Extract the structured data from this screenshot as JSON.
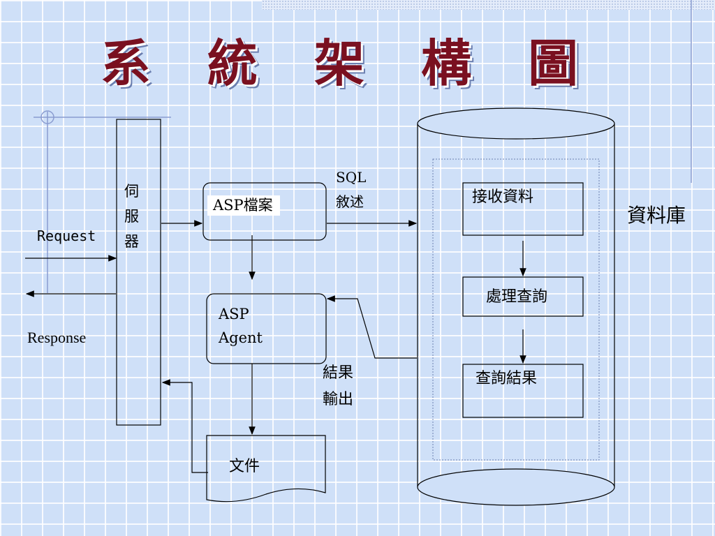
{
  "title": "系 統 架 構 圖",
  "server": {
    "label": [
      "伺",
      "服",
      "器"
    ]
  },
  "request_label": "Request",
  "response_label": "Response",
  "asp_file": "ASP檔案",
  "sql": {
    "line1": "SQL",
    "line2": "敘述"
  },
  "asp_agent": {
    "line1": "ASP",
    "line2": "Agent"
  },
  "result_output": {
    "line1": "結果",
    "line2": "輸出"
  },
  "document": "文件",
  "database": {
    "label": "資料庫",
    "steps": [
      "接收資料",
      "處理查詢",
      "查詢結果"
    ]
  }
}
